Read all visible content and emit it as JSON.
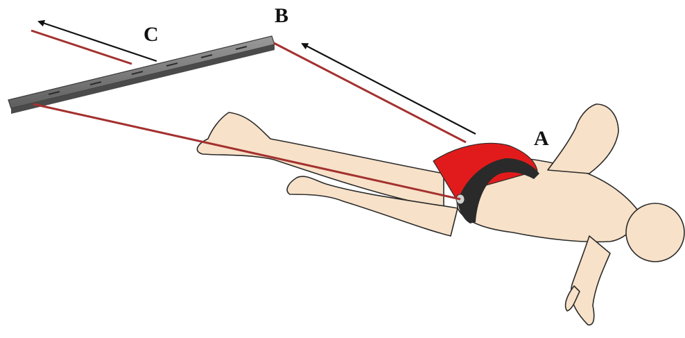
{
  "labels": {
    "a": "A",
    "b": "B",
    "c": "C"
  },
  "colors": {
    "skin": "#f7e1c8",
    "outline": "#2a2a2a",
    "suit": "#e11b1b",
    "belt": "#2a2a2a",
    "tether": "#a3312f",
    "bar": "#6c6c6c",
    "arrow": "#111111"
  },
  "parts": [
    "swimmer",
    "belt",
    "swimsuit",
    "bar",
    "tethers",
    "arrows"
  ]
}
